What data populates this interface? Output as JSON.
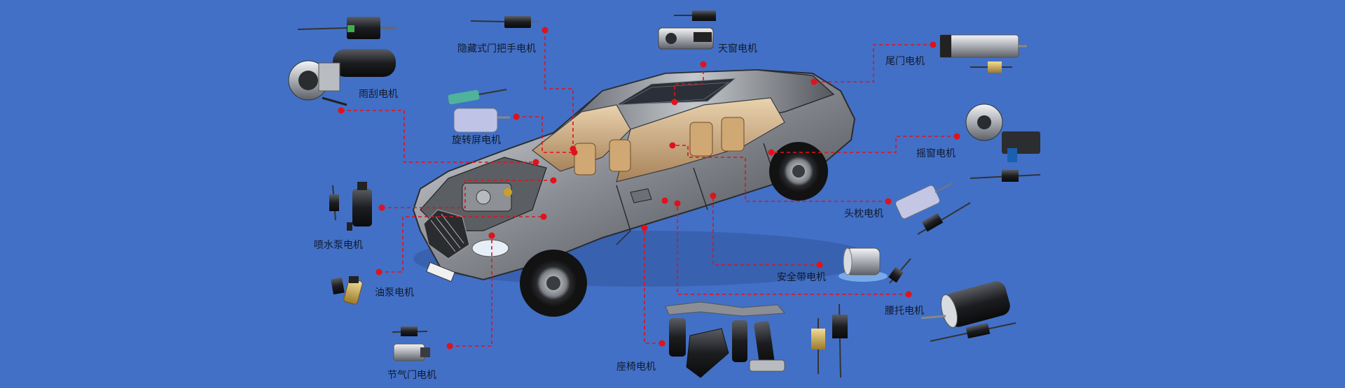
{
  "labels": {
    "hidden_handle": "隐藏式门把手电机",
    "sunroof": "天窗电机",
    "tailgate": "尾门电机",
    "wiper": "雨刮电机",
    "rotating_screen": "旋转屏电机",
    "window_lift": "摇窗电机",
    "washer_pump": "喷水泵电机",
    "headrest": "头枕电机",
    "seatbelt": "安全带电机",
    "fuel_pump": "油泵电机",
    "lumbar": "腰托电机",
    "throttle": "节气门电机",
    "seat": "座椅电机"
  },
  "colors": {
    "background": "#4270c6",
    "leader_line": "#e0121c",
    "dot": "#e0121c",
    "label_text": "#101a2e"
  }
}
